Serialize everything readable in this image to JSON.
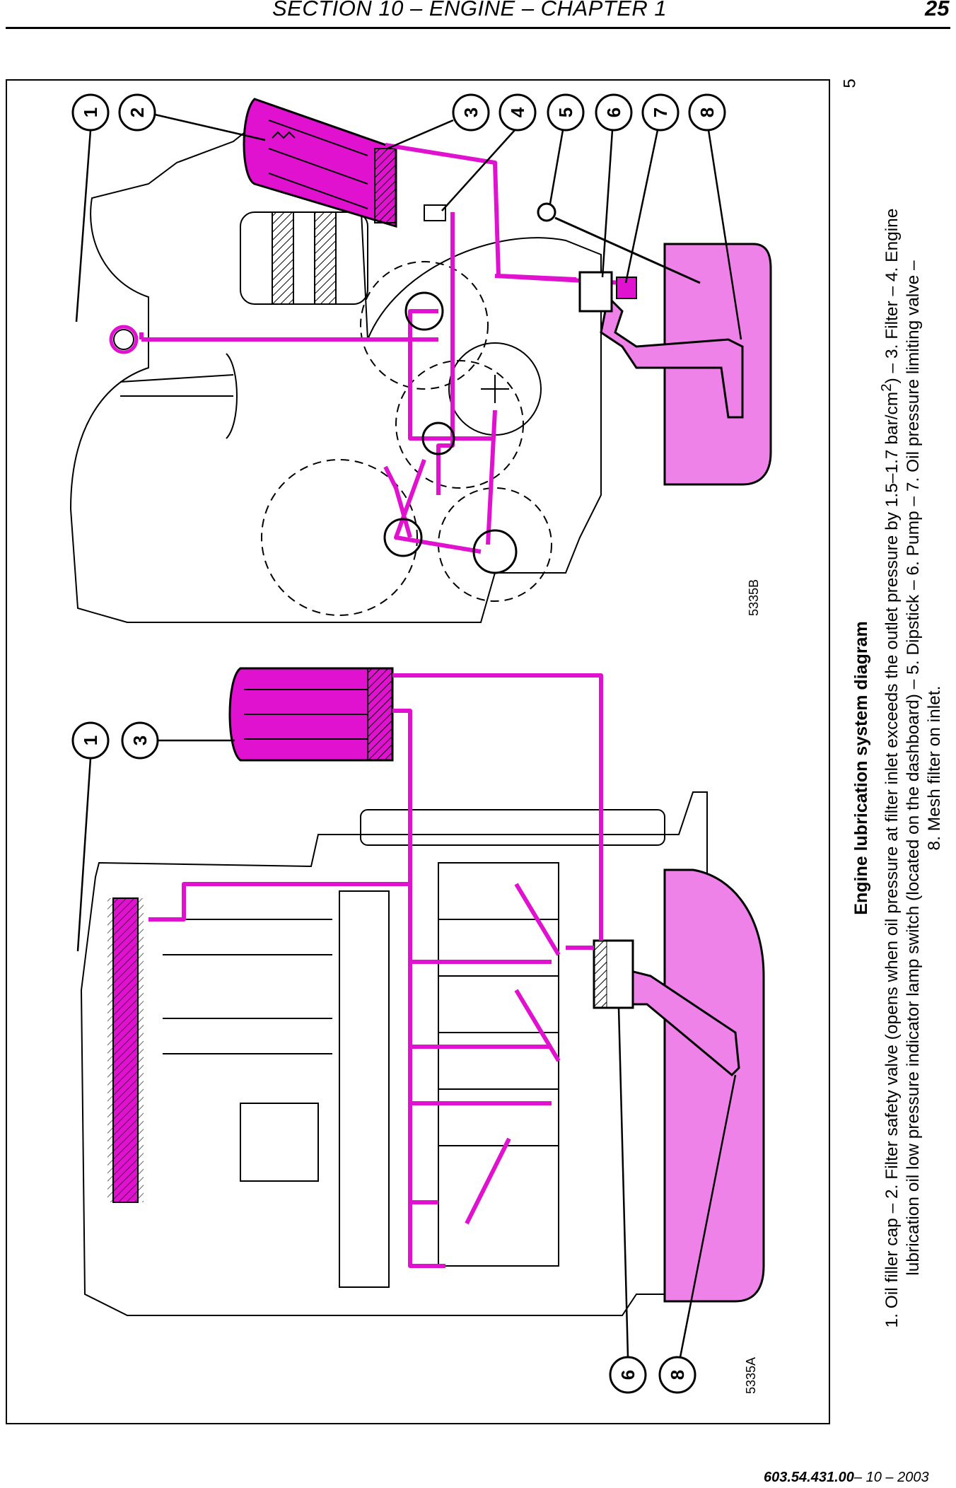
{
  "header": {
    "section_title": "SECTION 10 – ENGINE – CHAPTER 1",
    "page_number": "25"
  },
  "figure": {
    "side_number": "5",
    "view_a_code": "5335A",
    "view_b_code": "5335B",
    "callouts_view_b": [
      "1",
      "2",
      "3",
      "4",
      "5",
      "6",
      "7",
      "8"
    ],
    "callouts_view_a": [
      "1",
      "3",
      "6",
      "8"
    ],
    "colors": {
      "oil_path": "#e012d0",
      "oil_sump": "#ee82e8",
      "outline": "#000000"
    }
  },
  "caption": {
    "title": "Engine lubrication system diagram",
    "line1_pre": "1. Oil filler cap – 2. Filter safety valve (opens when oil pressure at filter inlet exceeds the outlet pressure by 1.5–1.7 bar/cm",
    "line1_sup": "2",
    "line1_post": ") – 3. Filter – 4. Engine",
    "line2": "lubrication oil low pressure indicator lamp switch (located on the dashboard) – 5. Dipstick – 6. Pump – 7. Oil pressure limiting valve –",
    "line3": "8. Mesh filter on inlet."
  },
  "footer": {
    "doc_number": "603.54.431.00",
    "date": "– 10 – 2003"
  }
}
